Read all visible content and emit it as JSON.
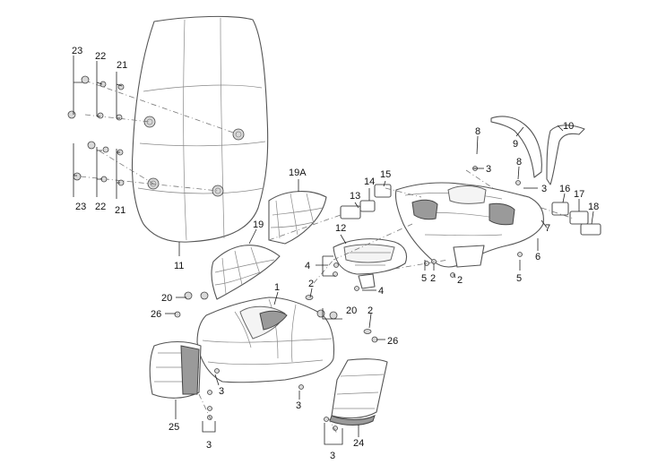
{
  "callouts": {
    "c1": "1",
    "c2a": "2",
    "c2b": "2",
    "c2c": "2",
    "c2d": "2",
    "c3a": "3",
    "c3b": "3",
    "c3c": "3",
    "c3d": "3",
    "c3e": "3",
    "c3f": "3",
    "c4a": "4",
    "c4b": "4",
    "c5a": "5",
    "c5b": "5",
    "c6": "6",
    "c7": "7",
    "c8a": "8",
    "c8b": "8",
    "c9": "9",
    "c10": "10",
    "c11": "11",
    "c12": "12",
    "c13": "13",
    "c14": "14",
    "c15": "15",
    "c16": "16",
    "c17": "17",
    "c18": "18",
    "c19": "19",
    "c19a": "19A",
    "c20a": "20",
    "c20b": "20",
    "c21a": "21",
    "c21b": "21",
    "c22a": "22",
    "c22b": "22",
    "c23a": "23",
    "c23b": "23",
    "c24": "24",
    "c25": "25",
    "c26a": "26",
    "c26b": "26"
  },
  "colors": {
    "line": "#555555",
    "text": "#111111",
    "background": "#ffffff"
  }
}
